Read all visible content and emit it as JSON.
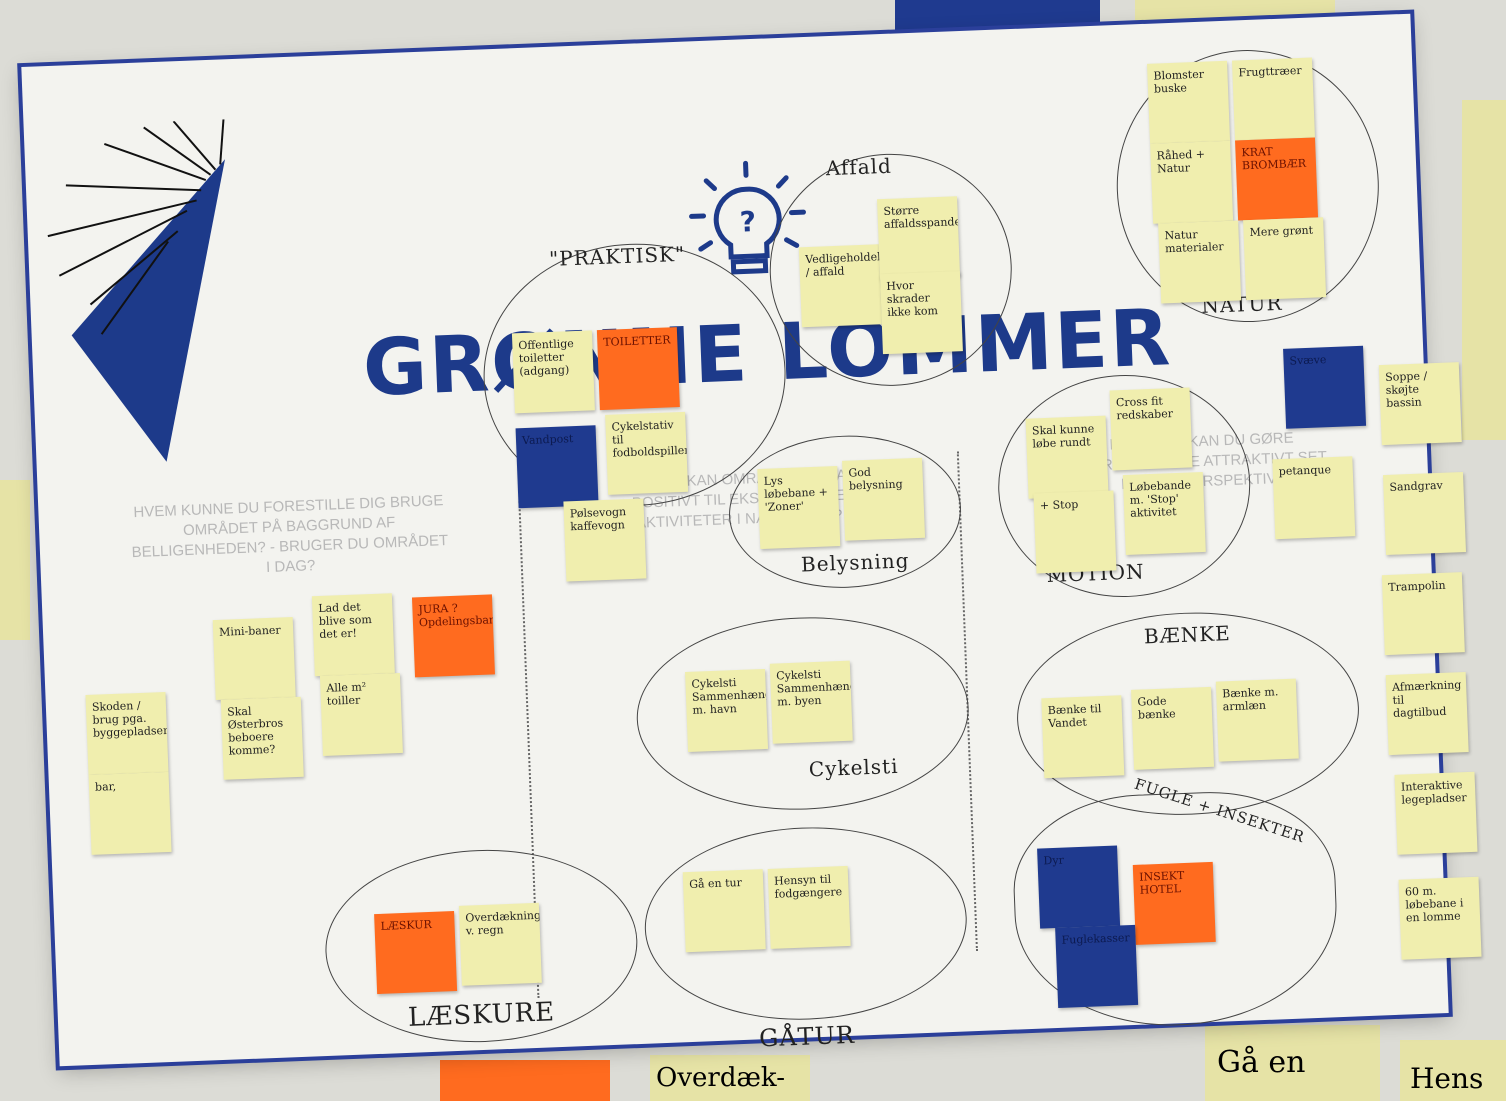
{
  "board": {
    "title": "GRØNNE LOMMER",
    "question_left": "HVEM KUNNE DU FORESTILLE DIG BRUGE OMRÅDET PÅ BAGGRUND AF BELLIGENHEDEN? - BRUGER DU OMRÅDET I DAG?",
    "question_middle": "HVORDAN KAN OMRÅDET BIDRAGE POSITIVT TIL EKSISTERENDE AKTIVITETER I NÆRHEDEN?",
    "question_right": "HVORDAN KAN DU GØRE OMRÅDET MERE ATTRAKTIVT SET FRA DIT PERSPEKTIV?"
  },
  "groups": {
    "praktisk": "\"PRAKTISK\"",
    "affald": "Affald",
    "natur": "NATUR",
    "belysning": "Belysning",
    "motion": "MOTION",
    "baenke": "BÆNKE",
    "cykelsti": "Cykelsti",
    "laeskure": "LÆSKURE",
    "gaatur": "GÅTUR",
    "fugle": "FUGLE + INSEKTER"
  },
  "notes": {
    "n1": "Offentlige toiletter (adgang)",
    "n2": "TOILETTER",
    "n3": "Vandpost",
    "n4": "Cykelstativ til fodboldspiller",
    "n5": "Pølsevogn kaffevogn",
    "n6": "Vedligeholdelse / affald",
    "n7": "Større affaldsspande",
    "n8": "Hvor skrader ikke kom",
    "n9": "Blomster buske",
    "n10": "Frugttræer",
    "n11": "Råhed + Natur",
    "n12": "KRAT BROMBÆR",
    "n13": "Natur materialer",
    "n14": "Mere grønt",
    "n15": "Lys løbebane + 'Zoner'",
    "n16": "God belysning",
    "n17": "Skal kunne løbe rundt",
    "n18": "Cross fit redskaber",
    "n19": "+ Stop",
    "n20": "Løbebande m. 'Stop' aktivitet",
    "n21": "Mini-baner",
    "n22": "Lad det blive som det er!",
    "n23": "JURA ? Opdelingsbane",
    "n24": "Alle m² toiller",
    "n25": "Skal Østerbros beboere komme?",
    "n26": "Skoden / brug pga. byggepladsen",
    "n27": "bar,",
    "n28": "Cykelsti Sammenhæng m. havn",
    "n29": "Cykelsti Sammenhæng m. byen",
    "n30": "Bænke til Vandet",
    "n31": "Gode bænke",
    "n32": "Bænke m. armlæn",
    "n33": "LÆSKUR",
    "n34": "Overdækning v. regn",
    "n35": "Gå en tur",
    "n36": "Hensyn til fodgængere",
    "n37": "Dyr",
    "n38": "INSEKT HOTEL",
    "n39": "Fuglekasser",
    "n40": "Svæve",
    "n41": "petanque",
    "n42": "Sandgrav",
    "n43": "Trampolin",
    "n44": "Afmærkning til dagtilbud",
    "n45": "Interaktive legepladser",
    "n46": "60 m. løbebane i en lomme",
    "n47": "Soppe / skøjte bassin"
  },
  "colors": {
    "accent": "#1d3a8a",
    "note_yellow": "#f0eeae",
    "note_orange": "#ff6b1f",
    "note_blue": "#1f3a8f"
  },
  "edge_text": {
    "bottom_left": "Overdæk-",
    "bottom_right": "Gå en",
    "bottom_right2": "Hens"
  }
}
